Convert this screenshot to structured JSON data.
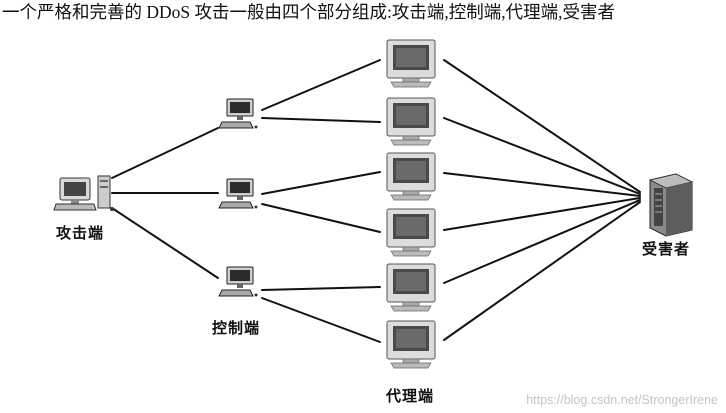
{
  "intro_text": "一个严格和完善的 DDoS 攻击一般由四个部分组成:攻击端,控制端,代理端,受害者",
  "labels": {
    "attacker": "攻击端",
    "controller": "控制端",
    "agent": "代理端",
    "victim": "受害者"
  },
  "watermark": "https://blog.csdn.net/StrongerIrene",
  "colors": {
    "line": "#111111",
    "text": "#111111",
    "watermark": "#c4c4c4"
  }
}
